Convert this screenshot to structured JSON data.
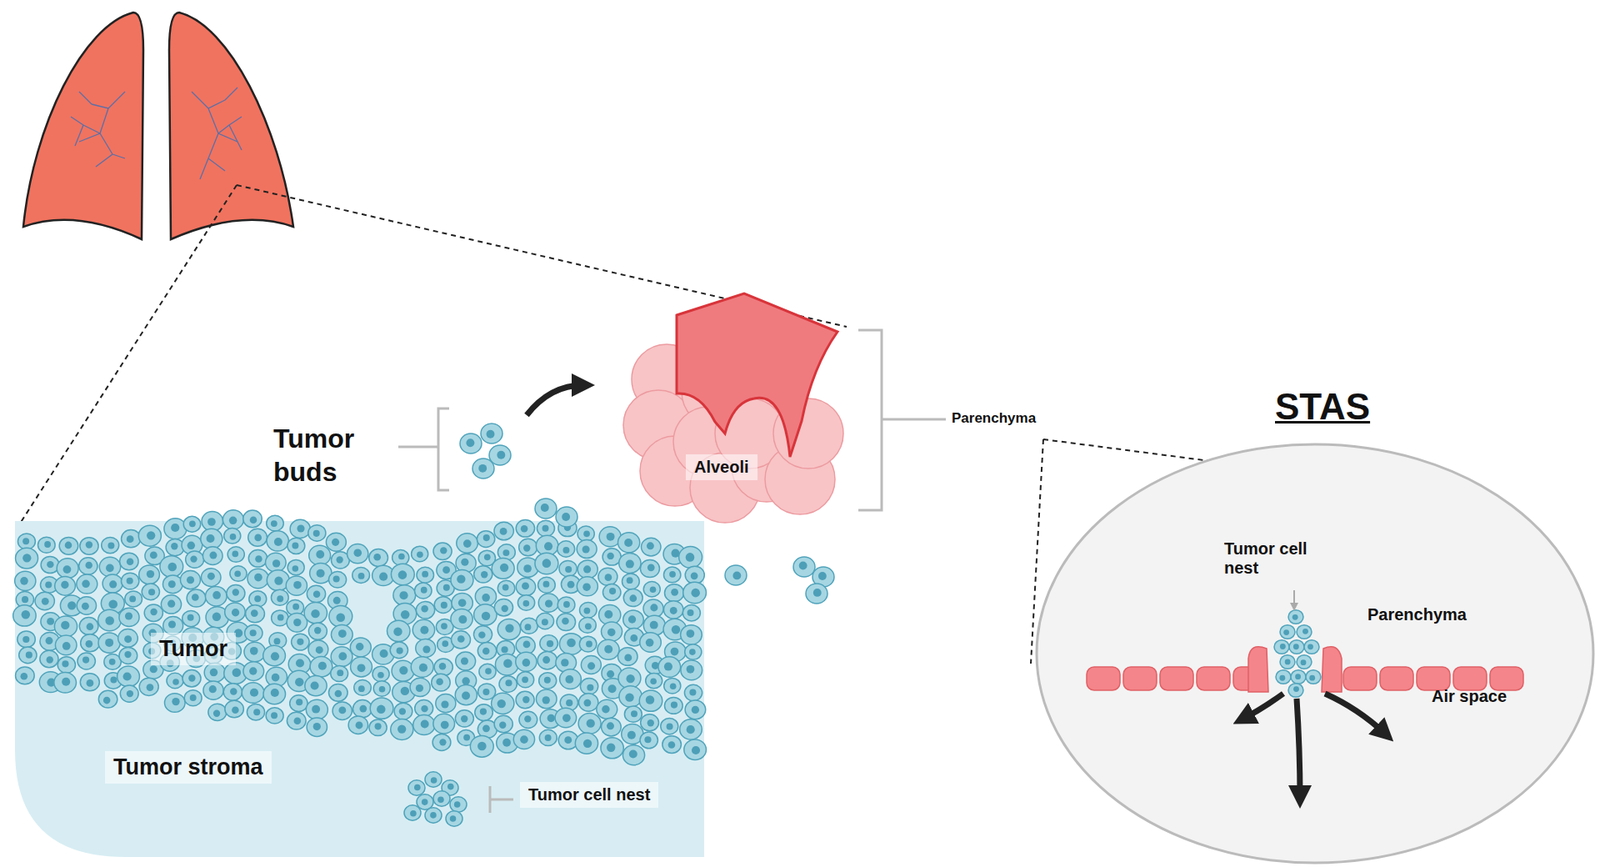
{
  "diagram": {
    "nodes": [
      {
        "text": [
          "Alveoli"
        ]
      },
      {
        "text": [
          "Tumor stroma"
        ]
      },
      {
        "text": [
          "Tumor"
        ],
        "in": 1
      },
      {
        "text": [
          "STAS",
          "Tumor cell nest",
          "Parenchyma",
          "Air space"
        ]
      }
    ],
    "labels": [
      "Tumor buds",
      "Parenchyma",
      "Tumor cell nest"
    ]
  }
}
